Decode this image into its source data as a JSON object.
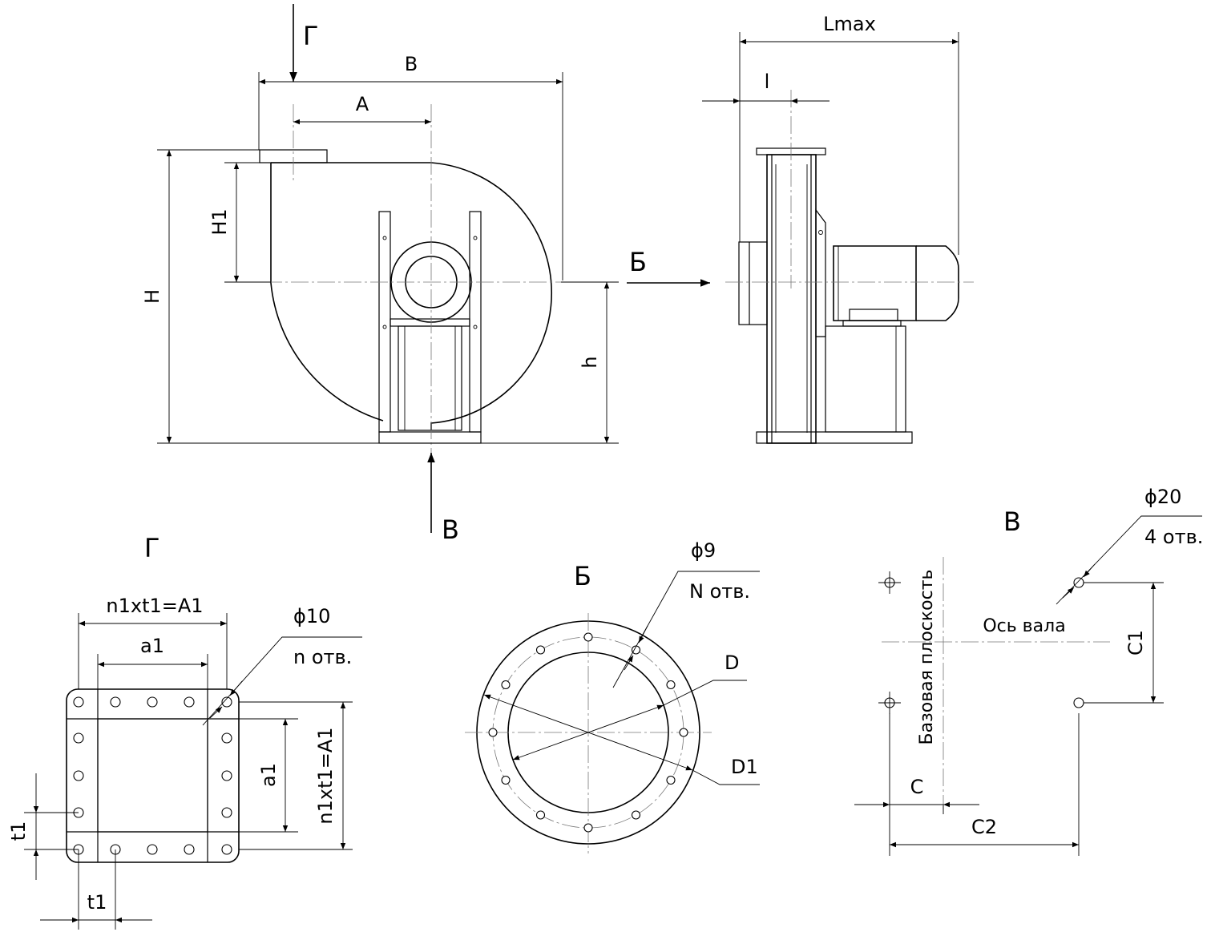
{
  "views": {
    "front": {
      "dim_B": "B",
      "dim_A": "A",
      "dim_H": "H",
      "dim_H1": "H1",
      "dim_h": "h",
      "view_G_marker": "Г",
      "view_V_marker": "В"
    },
    "side": {
      "dim_Lmax": "Lmax",
      "dim_l": "l",
      "view_B_marker": "Б"
    },
    "outlet_G": {
      "title": "Г",
      "dim_top": "n1xt1=A1",
      "dim_a1_h": "a1",
      "dim_a1_v": "a1",
      "dim_right": "n1xt1=A1",
      "hole_dia": "ϕ10",
      "hole_count": "n отв.",
      "dim_t1_v": "t1",
      "dim_t1_h": "t1"
    },
    "inlet_B": {
      "title": "Б",
      "hole_dia": "ϕ9",
      "hole_count": "N отв.",
      "dim_D": "D",
      "dim_D1": "D1"
    },
    "base_V": {
      "title": "В",
      "hole_dia": "ϕ20",
      "hole_count": "4 отв.",
      "shaft_axis": "Ось вала",
      "base_plane": "Базовая плоскость",
      "dim_C": "C",
      "dim_C1": "C1",
      "dim_C2": "C2"
    }
  }
}
